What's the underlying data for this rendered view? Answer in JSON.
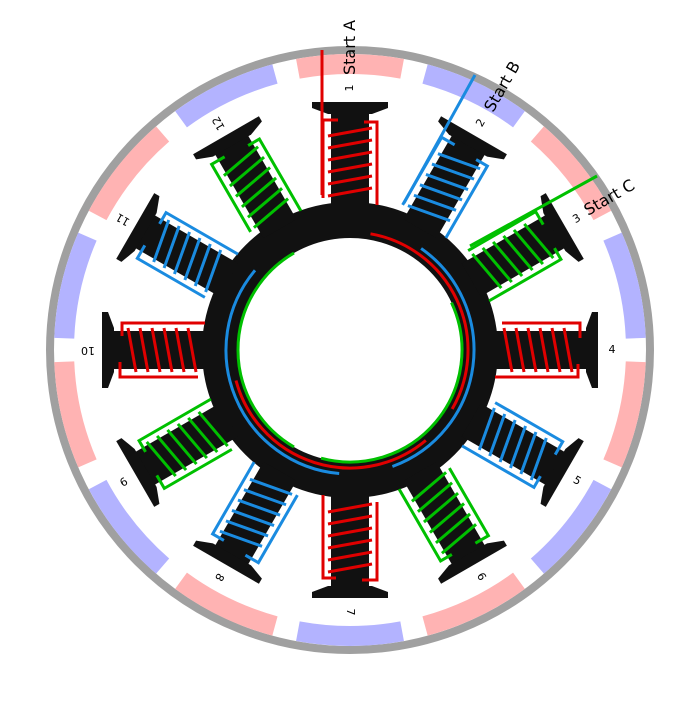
{
  "labels": {
    "start_a": "Start A",
    "start_b": "Start B",
    "start_c": "Start C"
  },
  "tooth_numbers": [
    "1",
    "2",
    "3",
    "4",
    "5",
    "6",
    "7",
    "8",
    "9",
    "10",
    "11",
    "12"
  ],
  "tooth_phases": [
    "A",
    "B",
    "C",
    "A",
    "B",
    "C",
    "A",
    "B",
    "C",
    "A",
    "B",
    "C"
  ],
  "magnet_colors": {
    "north": "#ffb3b3",
    "south": "#b3b3ff"
  },
  "magnet_pattern": [
    "north",
    "south",
    "north",
    "south",
    "north",
    "south",
    "north",
    "south",
    "north",
    "south",
    "north",
    "south",
    "north",
    "south"
  ],
  "phase_colors": {
    "A": "#e00000",
    "B": "#1a8be0",
    "C": "#00c000"
  },
  "ring_color": "#a0a0a0",
  "stator_color": "#111111"
}
